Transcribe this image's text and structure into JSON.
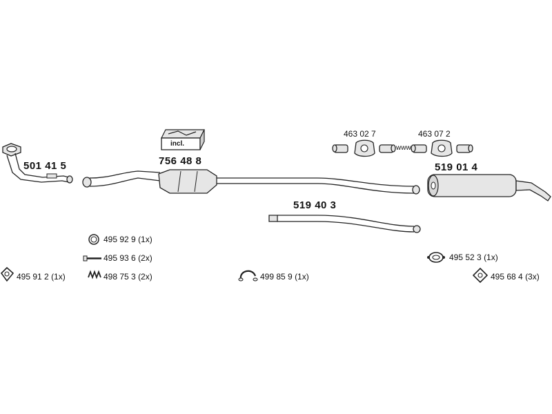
{
  "parts": {
    "p501415": "501 41 5",
    "p756488": "756 48 8",
    "p519403": "519 40 3",
    "p519014": "519 01 4",
    "p463027": "463 02 7",
    "p463072": "463 07 2"
  },
  "kit_badge": "incl.",
  "connector_text": "www.",
  "accessories": {
    "a495929": {
      "number": "495 92 9",
      "qty": "(1x)"
    },
    "a495936": {
      "number": "495 93 6",
      "qty": "(2x)"
    },
    "a498753": {
      "number": "498 75 3",
      "qty": "(2x)"
    },
    "a495912": {
      "number": "495 91 2",
      "qty": "(1x)"
    },
    "a499859": {
      "number": "499 85 9",
      "qty": "(1x)"
    },
    "a495523": {
      "number": "495 52 3",
      "qty": "(1x)"
    },
    "a495684": {
      "number": "495 68 4",
      "qty": "(3x)"
    }
  },
  "icons": [
    "front-pipe-icon",
    "catalytic-converter-icon",
    "kit-box-icon",
    "middle-pipe-icon",
    "rear-silencer-icon",
    "clamp-icon",
    "ring-gasket-icon",
    "bolt-icon",
    "spring-icon",
    "flange-gasket-icon",
    "u-clamp-icon",
    "mounting-ring-icon",
    "rubber-hanger-icon"
  ]
}
